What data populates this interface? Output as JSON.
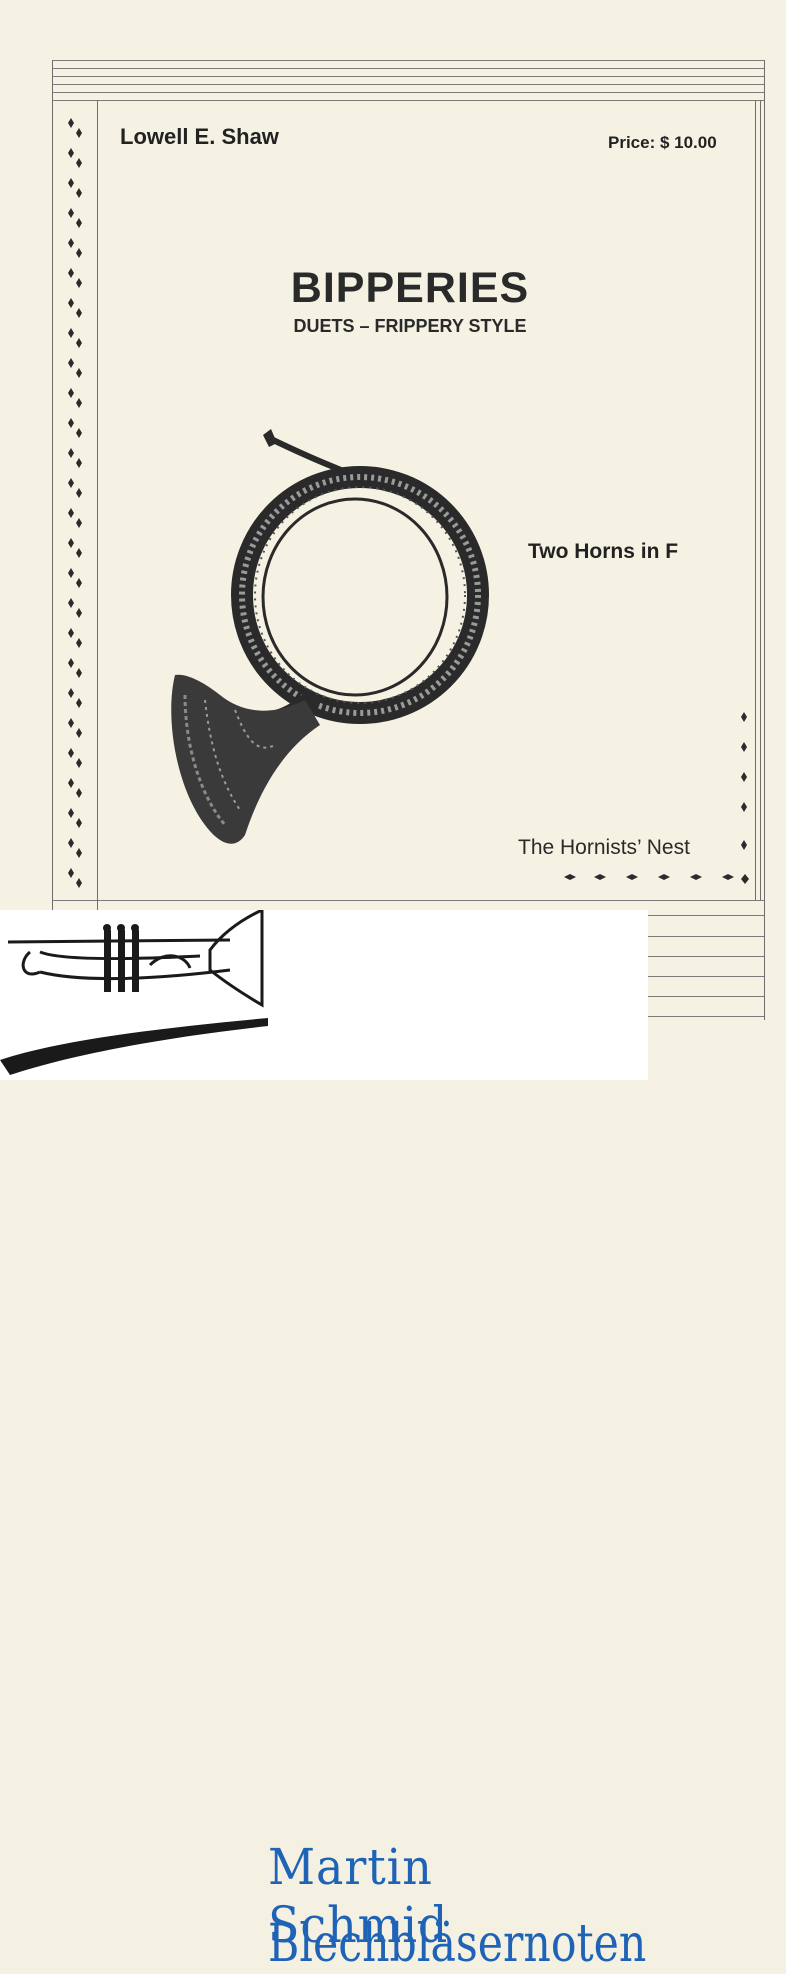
{
  "cover": {
    "author": "Lowell E. Shaw",
    "price": "Price: $ 10.00",
    "title": "BIPPERIES",
    "subtitle": "DUETS – FRIPPERY STYLE",
    "instrumentation": "Two Horns in F",
    "publisher": "The Hornists’ Nest"
  },
  "branding": {
    "line1": "Martin Schmid",
    "line2": "Blechbläsernoten",
    "color": "#1f63b6"
  },
  "icons": {
    "illustration": "french-horn-icon",
    "logo": "trumpet-icon"
  }
}
